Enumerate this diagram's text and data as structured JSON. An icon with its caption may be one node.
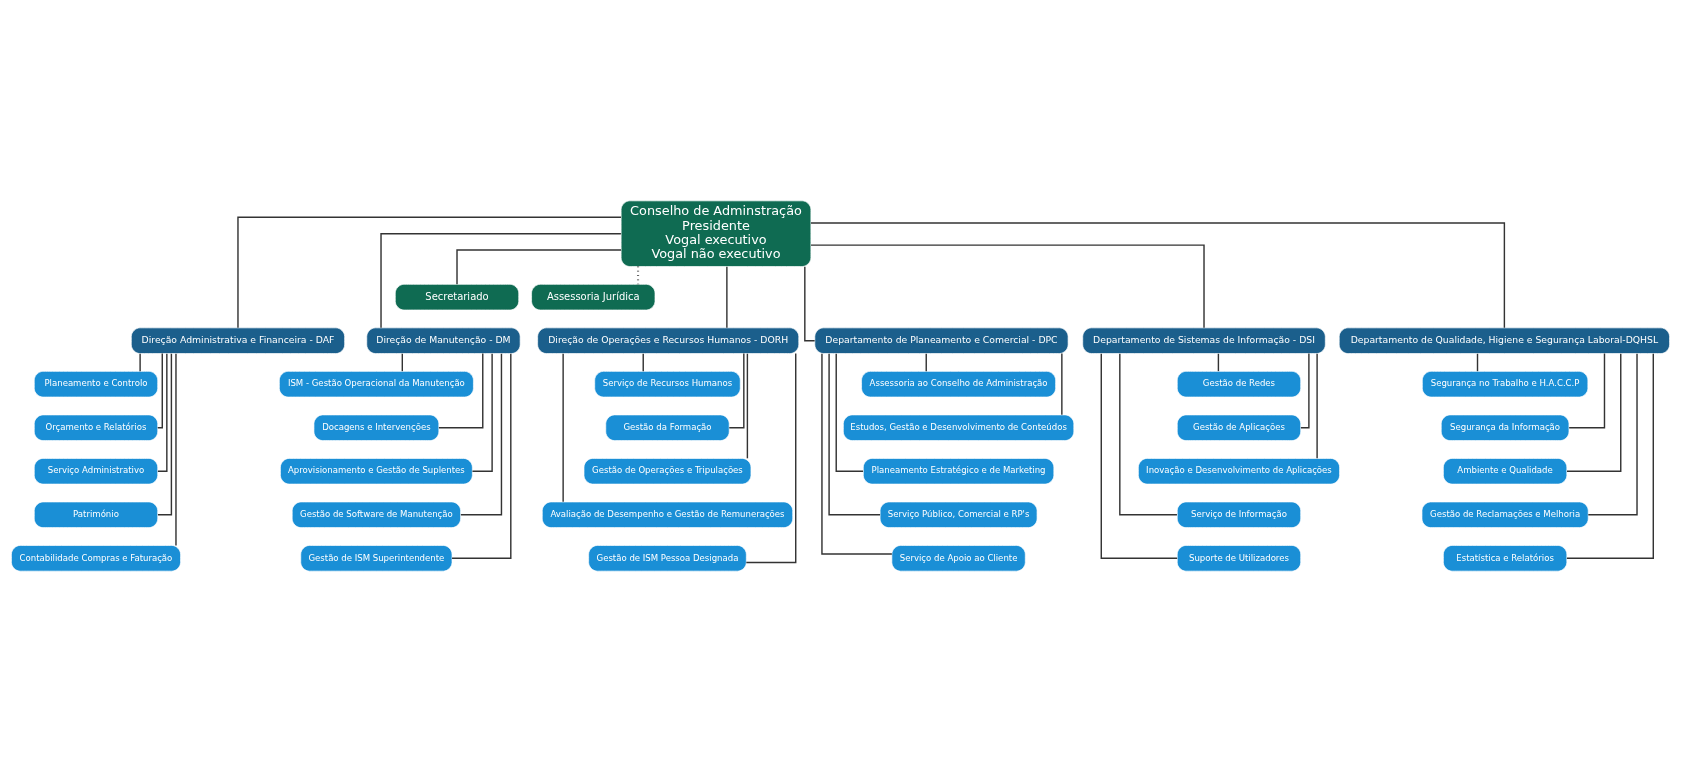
{
  "diagram": {
    "nodes": [
      {
        "text": [
          "Conselho de Adminstração",
          "Presidente",
          "Vogal executivo",
          "Vogal não executivo"
        ]
      },
      {
        "text": [
          "Secretariado"
        ]
      },
      {
        "text": [
          "Assessoria Jurídica"
        ]
      },
      {
        "text": [
          "Direção Administrativa e Financeira - DAF"
        ]
      },
      {
        "text": [
          "Planeamento e Controlo"
        ]
      },
      {
        "text": [
          "Orçamento e Relatórios"
        ]
      },
      {
        "text": [
          "Serviço Administrativo"
        ]
      },
      {
        "text": [
          "Património"
        ]
      },
      {
        "text": [
          "Contabilidade Compras e Faturação"
        ]
      },
      {
        "text": [
          "Direção de Manutenção - DM"
        ]
      },
      {
        "text": [
          "ISM - Gestão Operacional da Manutenção"
        ]
      },
      {
        "text": [
          "Docagens e Intervenções"
        ]
      },
      {
        "text": [
          "Aprovisionamento e Gestão de Suplentes"
        ]
      },
      {
        "text": [
          "Gestão de Software de Manutenção"
        ]
      },
      {
        "text": [
          "Gestão de ISM Superintendente"
        ]
      },
      {
        "text": [
          "Direção de Operações e Recursos Humanos - DORH"
        ]
      },
      {
        "text": [
          "Serviço de Recursos Humanos"
        ]
      },
      {
        "text": [
          "Gestão da Formação"
        ]
      },
      {
        "text": [
          "Gestão de Operações e Tripulações"
        ]
      },
      {
        "text": [
          "Avaliação de Desempenho e Gestão de Remunerações"
        ]
      },
      {
        "text": [
          "Gestão de ISM Pessoa Designada"
        ]
      },
      {
        "text": [
          "Departamento de Planeamento e Comercial - DPC"
        ]
      },
      {
        "text": [
          "Assessoria ao Conselho de Administração"
        ]
      },
      {
        "text": [
          "Estudos, Gestão e Desenvolvimento de Conteúdos"
        ]
      },
      {
        "text": [
          "Planeamento Estratégico e de Marketing"
        ]
      },
      {
        "text": [
          "Serviço Público, Comercial e RP's"
        ]
      },
      {
        "text": [
          "Serviço de Apoio ao Cliente"
        ]
      },
      {
        "text": [
          "Departamento de Sistemas de Informação - DSI"
        ]
      },
      {
        "text": [
          "Gestão de Redes"
        ]
      },
      {
        "text": [
          "Gestão de Aplicações"
        ]
      },
      {
        "text": [
          "Inovação e Desenvolvimento de Aplicações"
        ]
      },
      {
        "text": [
          "Serviço de Informação"
        ]
      },
      {
        "text": [
          "Suporte de Utilizadores"
        ]
      },
      {
        "text": [
          "Departamento de Qualidade, Higiene e Segurança Laboral-DQHSL"
        ]
      },
      {
        "text": [
          "Segurança no Trabalho e H.A.C.C.P"
        ]
      },
      {
        "text": [
          "Segurança da Informação"
        ]
      },
      {
        "text": [
          "Ambiente e Qualidade"
        ]
      },
      {
        "text": [
          "Gestão de Reclamações e Melhoria"
        ]
      },
      {
        "text": [
          "Estatística e Relatórios"
        ]
      }
    ],
    "edges": [
      {
        "from": 0,
        "to": 1,
        "arrow": "none"
      },
      {
        "from": 0,
        "to": 2,
        "arrow": "none",
        "style": "dashed"
      },
      {
        "from": 0,
        "to": 3,
        "arrow": "none"
      },
      {
        "from": 0,
        "to": 9,
        "arrow": "none"
      },
      {
        "from": 0,
        "to": 15,
        "arrow": "none"
      },
      {
        "from": 0,
        "to": 21,
        "arrow": "none"
      },
      {
        "from": 0,
        "to": 27,
        "arrow": "none"
      },
      {
        "from": 0,
        "to": 33,
        "arrow": "none"
      },
      {
        "from": 3,
        "to": 4,
        "arrow": "none"
      },
      {
        "from": 3,
        "to": 5,
        "arrow": "none"
      },
      {
        "from": 3,
        "to": 6,
        "arrow": "none"
      },
      {
        "from": 3,
        "to": 7,
        "arrow": "none"
      },
      {
        "from": 3,
        "to": 8,
        "arrow": "none"
      },
      {
        "from": 9,
        "to": 10,
        "arrow": "none"
      },
      {
        "from": 9,
        "to": 11,
        "arrow": "none"
      },
      {
        "from": 9,
        "to": 12,
        "arrow": "none"
      },
      {
        "from": 9,
        "to": 13,
        "arrow": "none"
      },
      {
        "from": 9,
        "to": 14,
        "arrow": "none"
      },
      {
        "from": 15,
        "to": 16,
        "arrow": "none"
      },
      {
        "from": 15,
        "to": 17,
        "arrow": "none"
      },
      {
        "from": 15,
        "to": 18,
        "arrow": "none"
      },
      {
        "from": 15,
        "to": 19,
        "arrow": "none"
      },
      {
        "from": 15,
        "to": 20,
        "arrow": "none"
      },
      {
        "from": 21,
        "to": 22,
        "arrow": "none"
      },
      {
        "from": 21,
        "to": 23,
        "arrow": "none"
      },
      {
        "from": 21,
        "to": 24,
        "arrow": "none"
      },
      {
        "from": 21,
        "to": 25,
        "arrow": "none"
      },
      {
        "from": 21,
        "to": 26,
        "arrow": "none"
      },
      {
        "from": 27,
        "to": 28,
        "arrow": "none"
      },
      {
        "from": 27,
        "to": 29,
        "arrow": "none"
      },
      {
        "from": 27,
        "to": 30,
        "arrow": "none"
      },
      {
        "from": 27,
        "to": 31,
        "arrow": "none"
      },
      {
        "from": 27,
        "to": 32,
        "arrow": "none"
      },
      {
        "from": 33,
        "to": 34,
        "arrow": "none"
      },
      {
        "from": 33,
        "to": 35,
        "arrow": "none"
      },
      {
        "from": 33,
        "to": 36,
        "arrow": "none"
      },
      {
        "from": 33,
        "to": 37,
        "arrow": "none"
      },
      {
        "from": 33,
        "to": 38,
        "arrow": "none"
      }
    ]
  }
}
